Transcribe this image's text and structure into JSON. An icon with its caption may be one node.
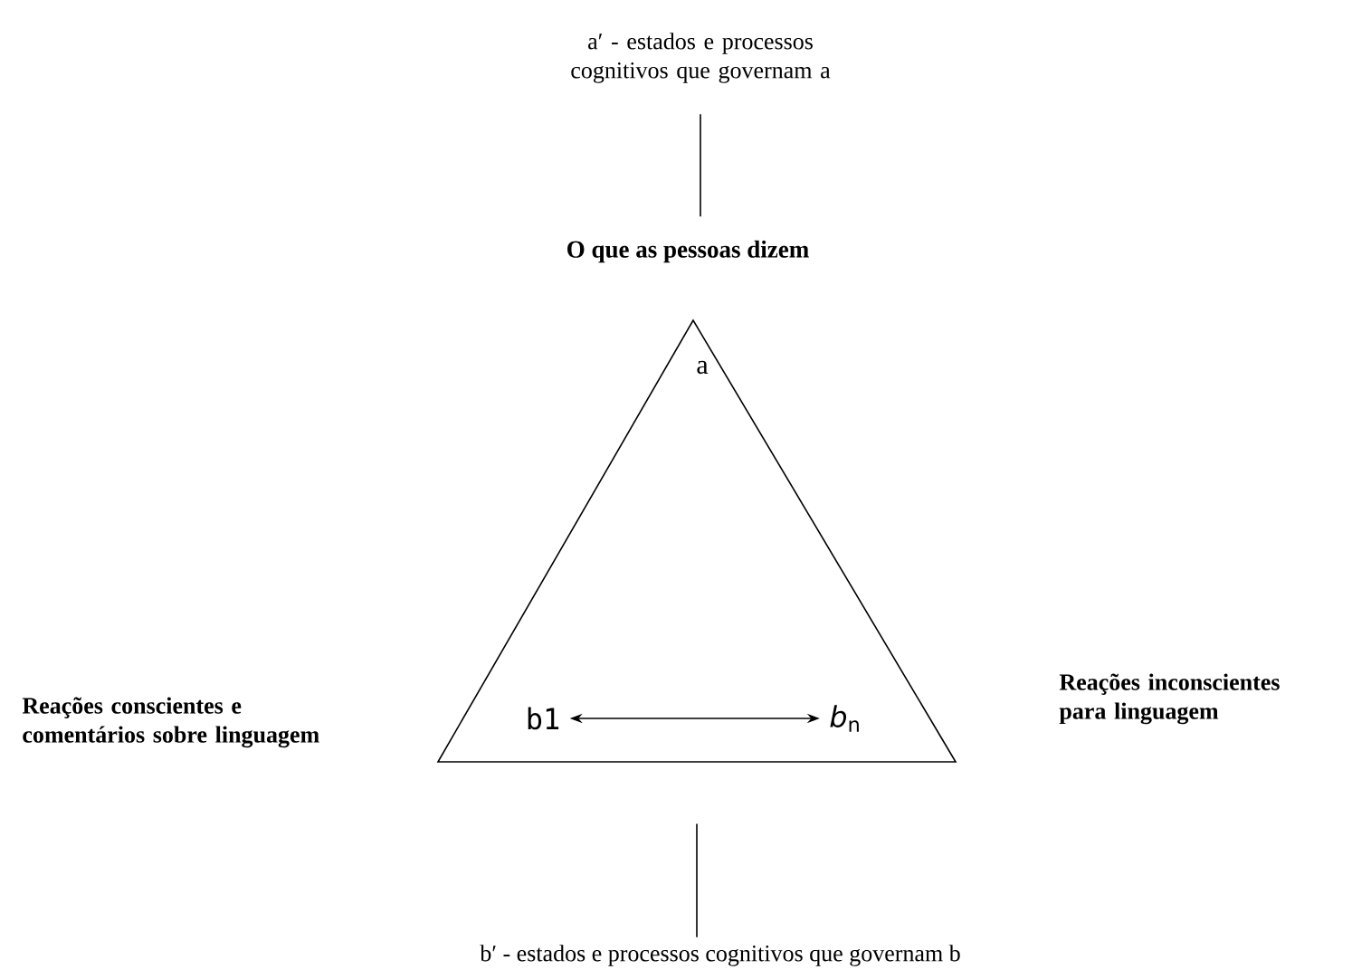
{
  "diagram": {
    "nodes": [
      {
        "text": [
          "a′ - estados e processos cognitivos que governam a"
        ]
      },
      {
        "text": [
          "O que as pessoas dizem"
        ]
      },
      {
        "text": [],
        "shape": "triangle"
      },
      {
        "text": [
          "a"
        ],
        "in": 2
      },
      {
        "text": [
          "b1"
        ],
        "in": 2
      },
      {
        "text": [
          "*b*$_{n}$"
        ],
        "in": 2
      },
      {
        "text": [
          "b′ - estados e processos cognitivos que governam b"
        ]
      }
    ],
    "edges": [
      {
        "from": 0,
        "to": 1,
        "arrow": "none"
      },
      {
        "from": 4,
        "to": 5,
        "arrow": "both"
      },
      {
        "from": 2,
        "to": 6,
        "arrow": "none"
      }
    ],
    "labels": [
      "Reações conscientes e comentários sobre linguagem",
      "Reações inconscientes para linguagem"
    ]
  }
}
